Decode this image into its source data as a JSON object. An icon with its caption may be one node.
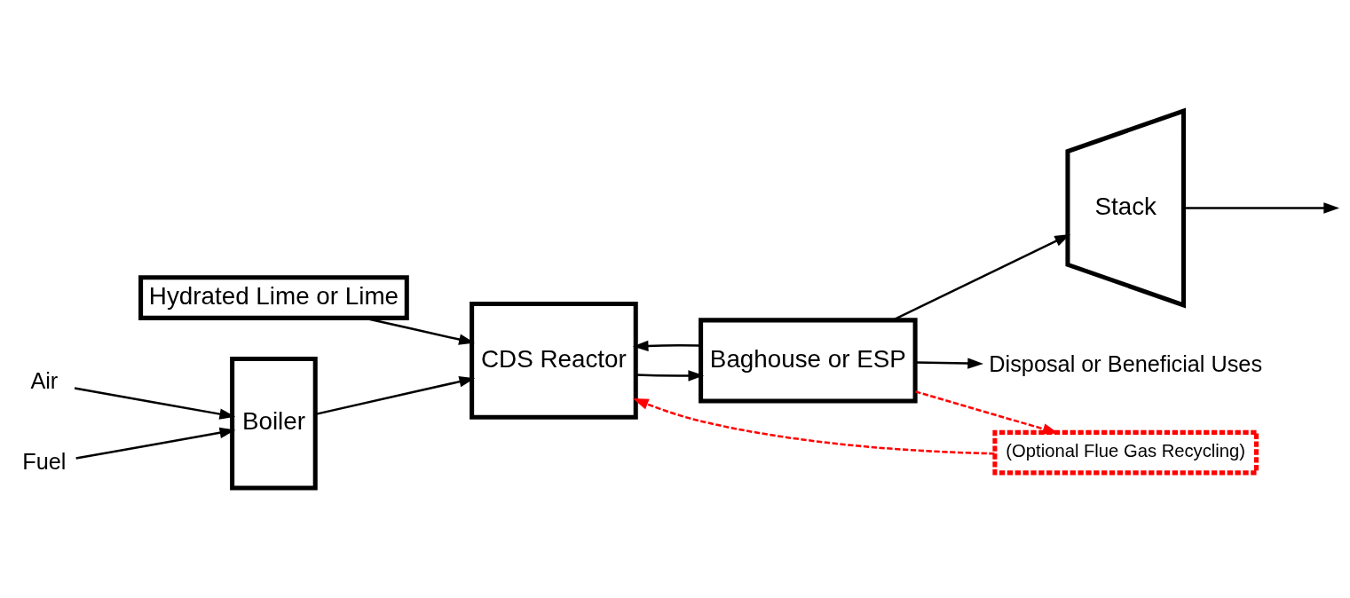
{
  "diagram": {
    "nodes": [
      {
        "text": [
          "Boiler"
        ]
      },
      {
        "text": [
          "CDS Reactor"
        ]
      },
      {
        "text": [
          "Baghouse or ESP"
        ]
      },
      {
        "text": [
          "Stack"
        ]
      },
      {
        "text": [
          "Air"
        ]
      },
      {
        "text": [
          "Fuel"
        ]
      },
      {
        "text": [
          "Hydrated Lime or Lime"
        ]
      },
      {
        "text": [
          "Disposal or Beneficial Uses"
        ]
      },
      {
        "text": [
          "(Optional Flue Gas Recycling)"
        ]
      }
    ],
    "edges": [
      {
        "from": 4,
        "to": 0,
        "arrow": "to"
      },
      {
        "from": 5,
        "to": 0,
        "arrow": "to"
      },
      {
        "from": 0,
        "to": 1,
        "arrow": "to"
      },
      {
        "from": 6,
        "to": 1,
        "arrow": "to"
      },
      {
        "from": 2,
        "to": 1,
        "arrow": "to"
      },
      {
        "from": 1,
        "to": 2,
        "arrow": "to"
      },
      {
        "from": 2,
        "to": 7,
        "arrow": "to"
      },
      {
        "from": 2,
        "to": 3,
        "arrow": "to"
      },
      {
        "from": 3,
        "to": null,
        "arrow": "to"
      },
      {
        "from": 2,
        "to": 8,
        "arrow": "to",
        "style": "dashed",
        "color": "#ff0000"
      },
      {
        "from": 8,
        "to": 1,
        "arrow": "to",
        "style": "dashed",
        "color": "#ff0000"
      }
    ]
  }
}
